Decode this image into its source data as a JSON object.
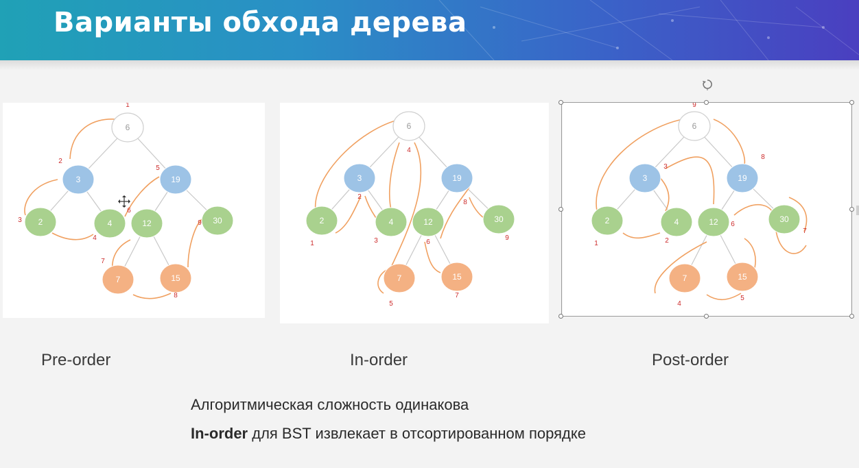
{
  "slide": {
    "title": "Варианты обхода дерева",
    "captions": {
      "pre": "Pre-order",
      "in": "In-order",
      "post": "Post-order"
    },
    "note_line1": "Алгоритмическая сложность одинакова",
    "note_line2_bold": "In-order",
    "note_line2_rest": " для BST извлекает в отсортированном порядке"
  },
  "tree": {
    "nodes": [
      {
        "id": "n6",
        "label": "6",
        "kind": "root"
      },
      {
        "id": "n3",
        "label": "3",
        "kind": "blue"
      },
      {
        "id": "n19",
        "label": "19",
        "kind": "blue"
      },
      {
        "id": "n2",
        "label": "2",
        "kind": "green"
      },
      {
        "id": "n4",
        "label": "4",
        "kind": "green"
      },
      {
        "id": "n12",
        "label": "12",
        "kind": "green"
      },
      {
        "id": "n30",
        "label": "30",
        "kind": "green"
      },
      {
        "id": "n7",
        "label": "7",
        "kind": "orange"
      },
      {
        "id": "n15",
        "label": "15",
        "kind": "orange"
      }
    ],
    "edges": [
      [
        "n6",
        "n3"
      ],
      [
        "n6",
        "n19"
      ],
      [
        "n3",
        "n2"
      ],
      [
        "n3",
        "n4"
      ],
      [
        "n19",
        "n12"
      ],
      [
        "n19",
        "n30"
      ],
      [
        "n12",
        "n7"
      ],
      [
        "n12",
        "n15"
      ]
    ],
    "colors": {
      "root_fill": "#ffffff",
      "root_stroke": "#cfcfcf",
      "blue": "#9dc3e6",
      "green": "#a9d18e",
      "orange": "#f4b183",
      "edge": "#c8c8c8",
      "path": "#f0a060",
      "step": "#cc2a2a"
    }
  },
  "traversals": {
    "pre": {
      "n6": "1",
      "n3": "2",
      "n2": "3",
      "n4": "4",
      "n19": "5",
      "n12": "6",
      "n7": "7",
      "n15": "8",
      "n30": "9"
    },
    "in": {
      "n2": "1",
      "n3": "2",
      "n4": "3",
      "n6": "4",
      "n7": "5",
      "n12": "6",
      "n15": "7",
      "n19": "8",
      "n30": "9"
    },
    "post": {
      "n2": "1",
      "n4": "2",
      "n3": "3",
      "n7": "4",
      "n15": "5",
      "n12": "6",
      "n30": "7",
      "n19": "8",
      "n6": "9"
    }
  },
  "icons": {
    "rotate": "rotate-handle-icon",
    "move_cursor": "move-cursor-icon"
  }
}
